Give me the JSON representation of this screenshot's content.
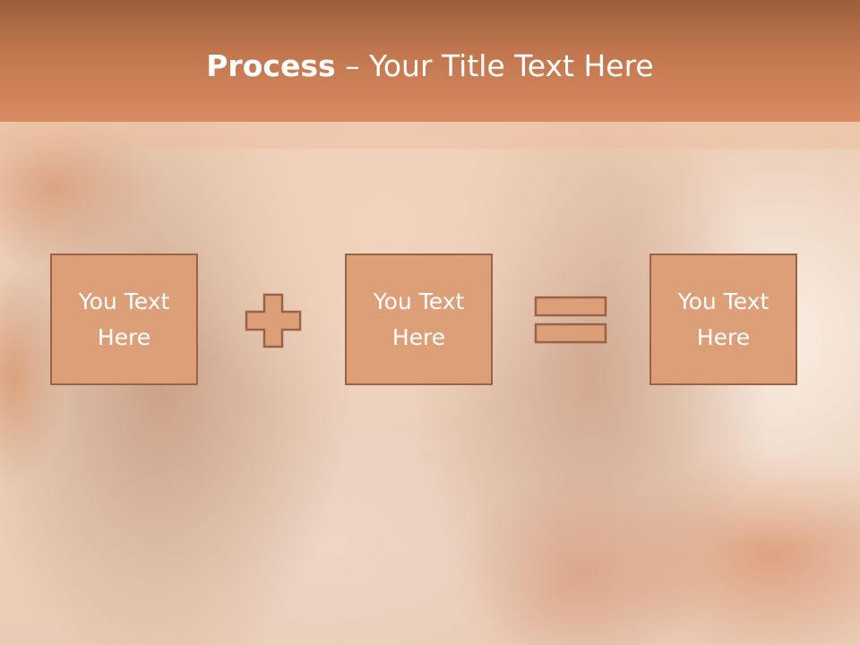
{
  "slide": {
    "title_bold": "Process",
    "title_rest": " – Your Title Text Here",
    "boxes": [
      {
        "line1": "You Text",
        "line2": "Here"
      },
      {
        "line1": "You Text",
        "line2": "Here"
      },
      {
        "line1": "You Text",
        "line2": "Here"
      }
    ],
    "operators": [
      "plus-icon",
      "equals-icon"
    ]
  },
  "colors": {
    "title_bar": "#c3774f",
    "box_fill": "#dc9f78",
    "box_border": "#9a6248",
    "text": "#ffffff"
  }
}
